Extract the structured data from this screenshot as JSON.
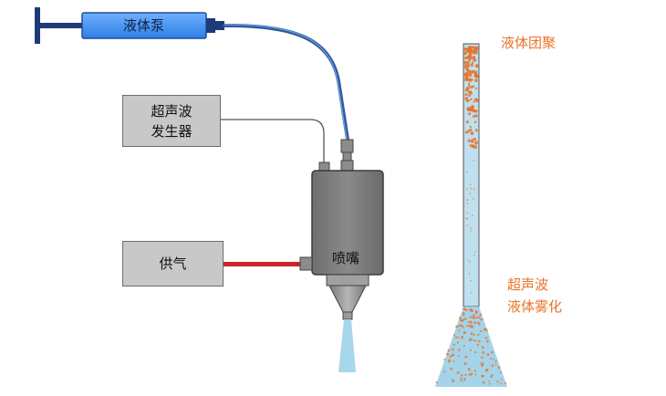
{
  "pump": {
    "label": "液体泵"
  },
  "generator": {
    "line1": "超声波",
    "line2": "发生器"
  },
  "gas": {
    "label": "供气"
  },
  "nozzle": {
    "label": "喷嘴"
  },
  "right": {
    "agglomeration": "液体团聚",
    "atomization_line1": "超声波",
    "atomization_line2": "液体雾化"
  },
  "colors": {
    "pump_fill": "#3d8ff0",
    "tube": "#2f5a9a",
    "gas_line": "#c8262a",
    "nozzle_body": "#7f7f7f",
    "spray": "#9fd2e8",
    "droplet": "#e8732a",
    "label_accent": "#e8732a"
  }
}
